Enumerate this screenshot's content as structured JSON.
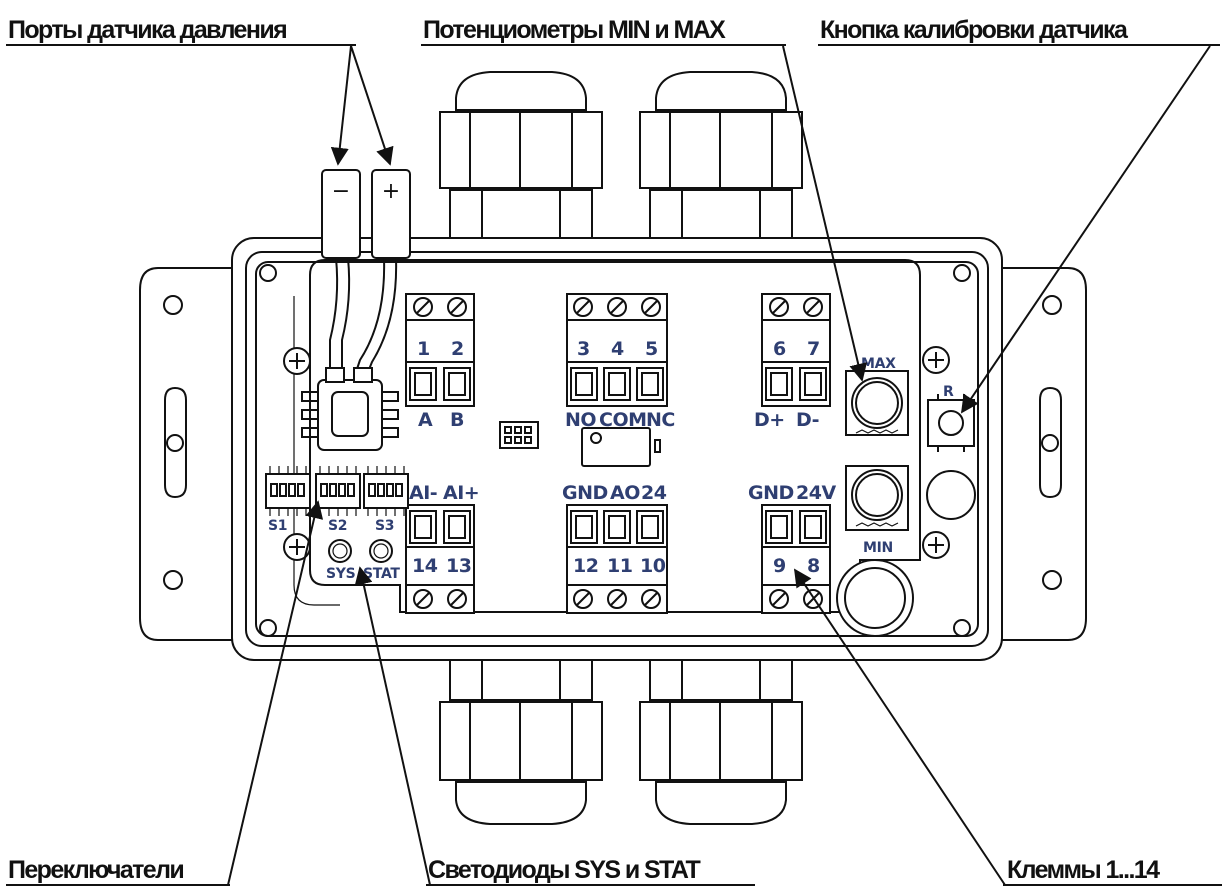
{
  "callouts": {
    "pressure_ports": "Порты датчика давления",
    "potentiometers": "Потенциометры MIN и MAX",
    "calibration_button": "Кнопка калибровки датчика",
    "switches": "Переключатели",
    "leds": "Светодиоды SYS и STAT",
    "terminals": "Клеммы 1...14"
  },
  "ports": {
    "minus": "−",
    "plus": "+"
  },
  "terminals": {
    "t1": "1",
    "t2": "2",
    "t3": "3",
    "t4": "4",
    "t5": "5",
    "t6": "6",
    "t7": "7",
    "t8": "8",
    "t9": "9",
    "t10": "10",
    "t11": "11",
    "t12": "12",
    "t13": "13",
    "t14": "14"
  },
  "signals": {
    "a": "A",
    "b": "B",
    "no": "NO",
    "com": "COM",
    "nc": "NC",
    "dplus": "D+",
    "dminus": "D-",
    "ai_minus": "AI-",
    "ai_plus": "AI+",
    "gnd1": "GND",
    "ao": "AO",
    "v24_1": "24",
    "gnd2": "GND",
    "v24_2": "24V"
  },
  "board": {
    "max": "MAX",
    "min": "MIN",
    "reset": "R",
    "s1": "S1",
    "s2": "S2",
    "s3": "S3",
    "sys": "SYS",
    "stat": "STAT"
  },
  "colors": {
    "label_blue": "#2f3f72",
    "line": "#111111",
    "fill_gray": "#888888"
  }
}
